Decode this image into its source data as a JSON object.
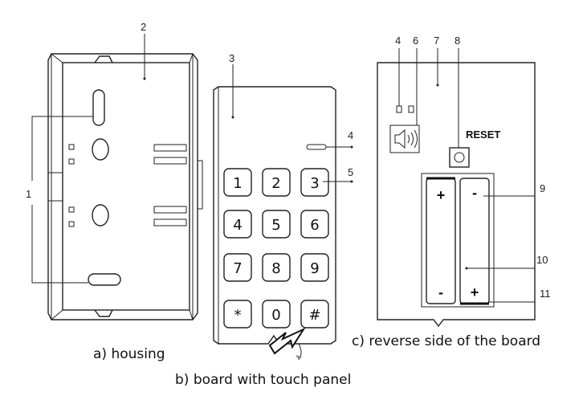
{
  "captions": {
    "housing": "a) housing",
    "board": "b) board with touch panel",
    "reverse": "c)  reverse side of the board"
  },
  "callouts": {
    "c1": "1",
    "c2": "2",
    "c3": "3",
    "c4a": "4",
    "c5": "5",
    "c4b": "4",
    "c6": "6",
    "c7": "7",
    "c8": "8",
    "c9": "9",
    "c10": "10",
    "c11": "11"
  },
  "reset_label": "RESET",
  "keypad": [
    "1",
    "2",
    "3",
    "4",
    "5",
    "6",
    "7",
    "8",
    "9",
    "*",
    "0",
    "#"
  ],
  "battery": {
    "plus": "+",
    "minus": "-"
  },
  "icons": {
    "speaker": "speaker-icon",
    "arrow": "arrow-icon"
  }
}
